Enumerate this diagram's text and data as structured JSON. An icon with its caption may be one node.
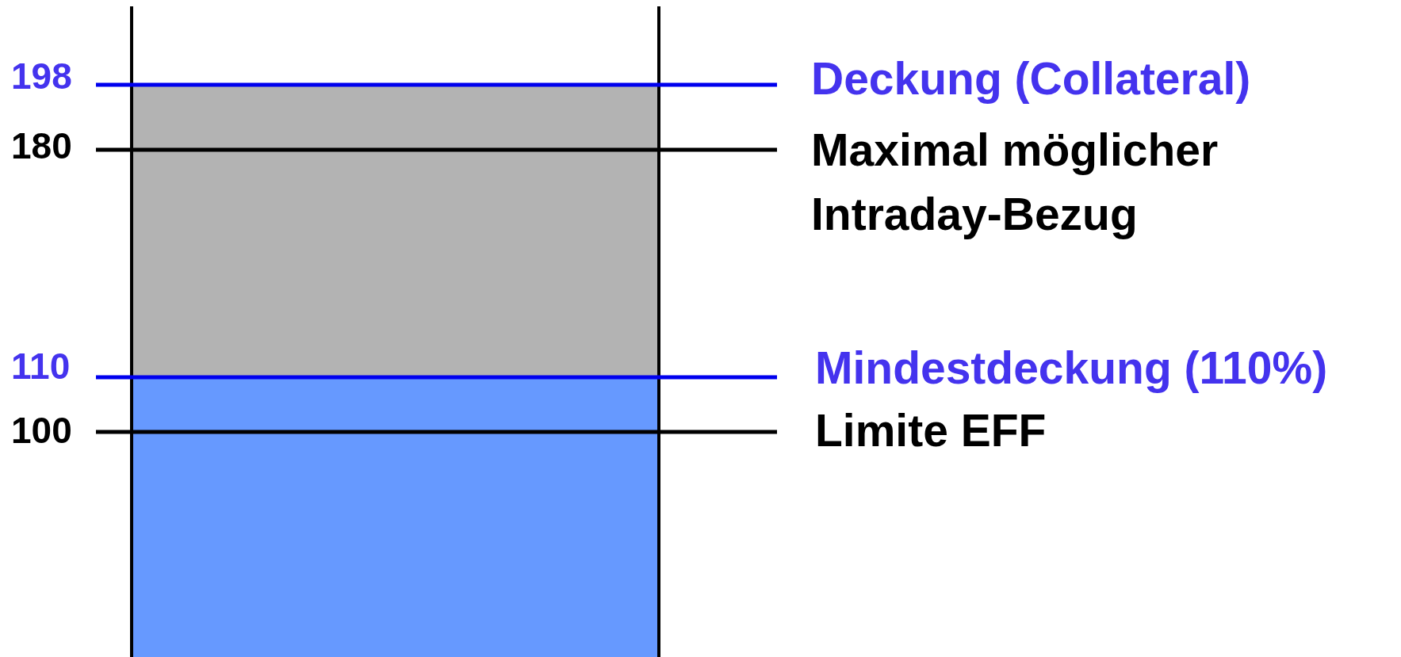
{
  "diagram": {
    "labels": [
      "198",
      "Deckung (Collateral)",
      "180",
      "Maximal möglicher Intraday-Bezug",
      "110",
      "Mindestdeckung (110%)",
      "100",
      "Limite EFF"
    ]
  }
}
